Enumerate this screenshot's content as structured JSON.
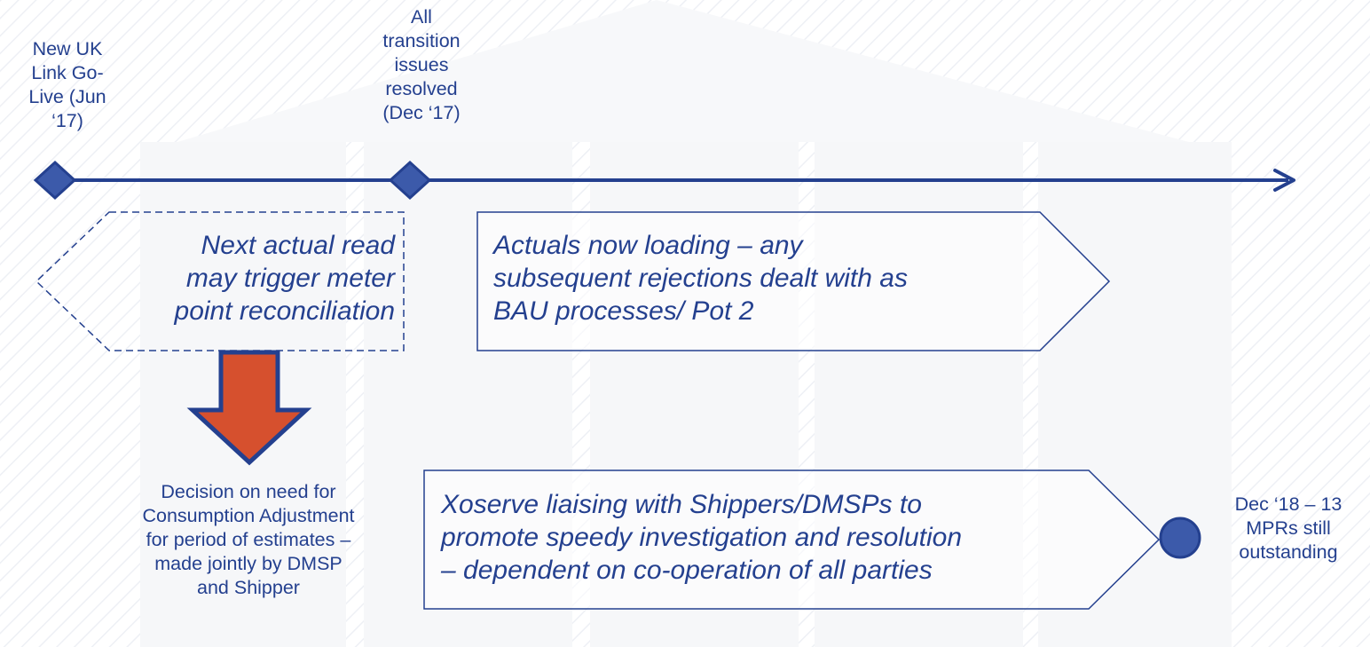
{
  "colors": {
    "navy": "#24408f",
    "arrow_fill": "#d6502e",
    "diamond_fill": "#3c5aaa",
    "background_pattern": "#f1f2f6"
  },
  "milestones": [
    {
      "lines": [
        "New UK",
        "Link Go-",
        "Live (Jun",
        "‘17)"
      ],
      "marker": "diamond"
    },
    {
      "lines": [
        "All",
        "transition",
        "issues",
        "resolved",
        "(Dec ‘17)"
      ],
      "marker": "diamond"
    }
  ],
  "end_milestone": {
    "lines": [
      "Dec ‘18 – 13",
      "MPRs still",
      "outstanding"
    ],
    "marker": "circle"
  },
  "boxes": {
    "next_read": {
      "lines": [
        "Next actual read",
        "may trigger meter",
        "point reconciliation"
      ],
      "border": "dashed"
    },
    "actuals": {
      "lines": [
        "Actuals now loading – any",
        "subsequent rejections dealt with as",
        "BAU processes/ Pot 2"
      ],
      "border": "solid"
    },
    "xoserve": {
      "lines": [
        "Xoserve liaising with Shippers/DMSPs to",
        "promote speedy investigation and resolution",
        "– dependent on co-operation of all parties"
      ],
      "border": "solid"
    }
  },
  "decision_note": {
    "lines": [
      "Decision on need for",
      "Consumption Adjustment",
      "for period of estimates –",
      "made jointly by DMSP",
      "and Shipper"
    ]
  }
}
